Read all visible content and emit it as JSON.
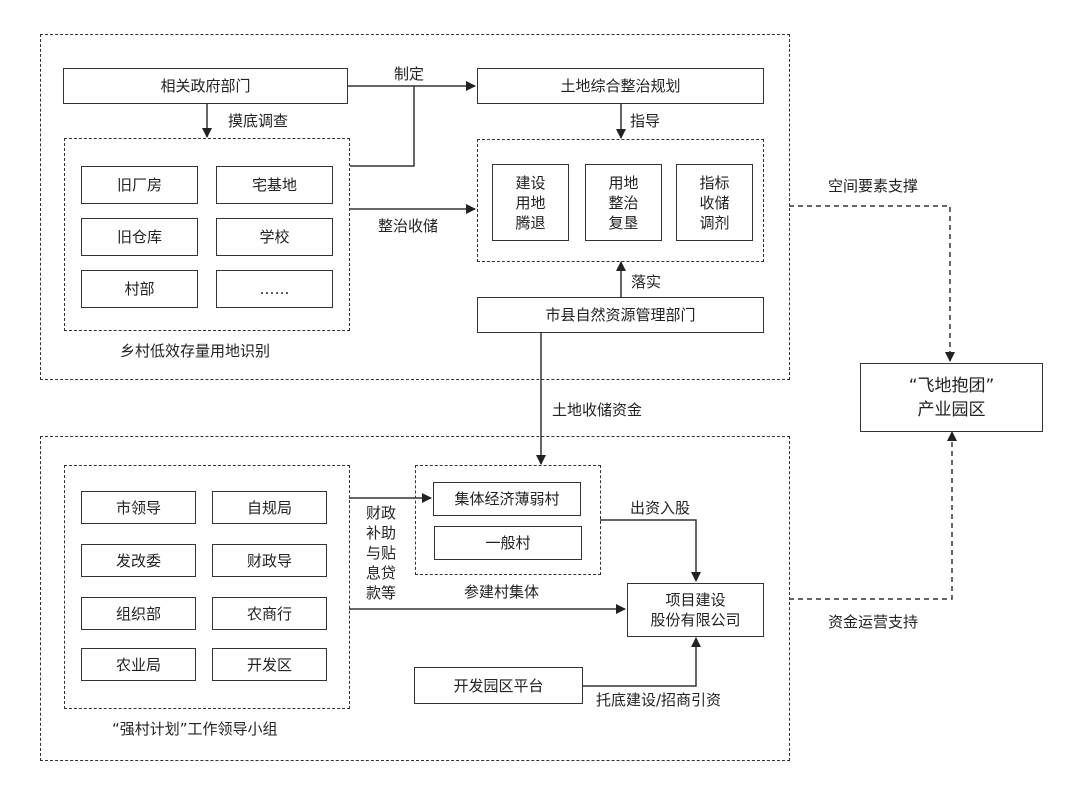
{
  "top_section": {
    "gov_depts": "相关政府部门",
    "label_formulate": "制定",
    "land_plan": "土地综合整治规划",
    "label_survey": "摸底调查",
    "label_guide": "指导",
    "identify_group": {
      "caption": "乡村低效存量用地识别",
      "items": [
        "旧厂房",
        "宅基地",
        "旧仓库",
        "学校",
        "村部",
        "……"
      ]
    },
    "label_consolidate": "整治收储",
    "measures": [
      "建设\n用地\n腾退",
      "用地\n整治\n复垦",
      "指标\n收储\n调剂"
    ],
    "label_implement": "落实",
    "natural_resources": "市县自然资源管理部门"
  },
  "middle": {
    "label_land_funds": "土地收储资金",
    "label_space_support": "空间要素支撑",
    "park": "“飞地抱团”\n产业园区",
    "label_capital_support": "资金运营支持"
  },
  "bottom_section": {
    "leader_group": {
      "caption": "“强村计划”工作领导小组",
      "items": [
        "市领导",
        "自规局",
        "发改委",
        "财政导",
        "组织部",
        "农商行",
        "农业局",
        "开发区"
      ]
    },
    "label_fiscal": "财政补助与贴息贷款等",
    "village_group": {
      "caption": "参建村集体",
      "items": [
        "集体经济薄弱村",
        "一般村"
      ]
    },
    "label_invest": "出资入股",
    "company": "项目建设\n股份有限公司",
    "dev_platform": "开发园区平台",
    "label_build": "托底建设/招商引资"
  }
}
